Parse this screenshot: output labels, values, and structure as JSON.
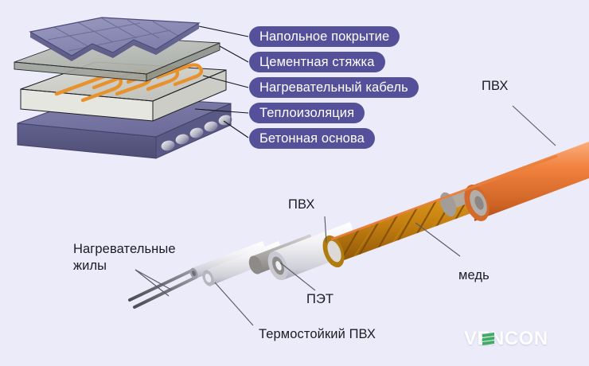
{
  "background_color": "#ecebfa",
  "floor_diagram": {
    "name": "exploded-underfloor-heating-layers",
    "layers": [
      {
        "id": "floor_covering",
        "label": "Напольное покрытие",
        "color": "#8b8bb5"
      },
      {
        "id": "cement_screed",
        "label": "Цементная стяжка",
        "color": "#b9bdb6"
      },
      {
        "id": "heating_cable",
        "label": "Нагревательный кабель",
        "color": "#e8922e"
      },
      {
        "id": "thermal_insul",
        "label": "Теплоизоляция",
        "color": "#d9d9d3"
      },
      {
        "id": "concrete_base",
        "label": "Бетонная основа",
        "color": "#6f6e9c"
      }
    ],
    "pill_color": "#55509a",
    "pill_text_color": "#ffffff",
    "hollow_core_count": 5,
    "cable_loop_count": 4
  },
  "cable_diagram": {
    "name": "heating-cable-cutaway",
    "annotations": [
      {
        "id": "outer_pvc",
        "label": "ПВХ"
      },
      {
        "id": "inner_pvc",
        "label": "ПВХ"
      },
      {
        "id": "copper",
        "label": "медь"
      },
      {
        "id": "pet",
        "label": "ПЭТ"
      },
      {
        "id": "heat_cores",
        "label": "Нагревательные жилы"
      },
      {
        "id": "heatproof_pvc",
        "label": "Термостойкий ПВХ"
      }
    ],
    "colors": {
      "outer_jacket": "#ef7f3e",
      "copper_braid": "#d99213",
      "white_sheath": "#f2f2f4",
      "core_wire": "#6a6a70"
    }
  },
  "watermark": {
    "text": "VENCON",
    "mark_color": "#36a85a",
    "text_color": "#ffffff"
  }
}
